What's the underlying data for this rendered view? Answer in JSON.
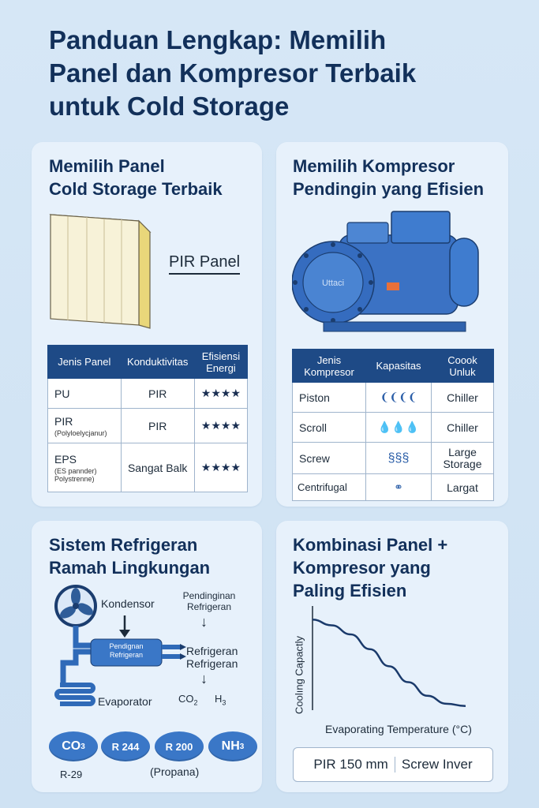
{
  "title_lines": [
    "Panduan Lengkap: Memilih",
    "Panel dan Kompresor Terbaik",
    "untuk Cold Storage"
  ],
  "panel_card": {
    "heading": [
      "Memilih Panel",
      "Cold Storage Terbaik"
    ],
    "product_label": "PIR Panel",
    "table": {
      "headers": [
        "Jenis Panel",
        "Konduktivitas",
        "Efisiensi Energi"
      ],
      "rows": [
        {
          "name": "PU",
          "sub": "",
          "conductivity": "PIR",
          "stars": "★★★★"
        },
        {
          "name": "PIR",
          "sub": "(Polyloelycjanur)",
          "conductivity": "PIR",
          "stars": "★★★★"
        },
        {
          "name": "EPS",
          "sub": "(ES pannder) Polystrenne)",
          "conductivity": "Sangat Balk",
          "stars": "★★★★"
        }
      ]
    }
  },
  "compressor_card": {
    "heading": [
      "Memilih Kompresor",
      "Pendingin yang Efisien"
    ],
    "brand": "Uttaci",
    "table": {
      "headers": [
        "Jenis Kompresor",
        "Kapasitas",
        "Coook Unluk"
      ],
      "rows": [
        {
          "type": "Piston",
          "icon": "droplets-4-icon",
          "use": "Chiller"
        },
        {
          "type": "Scroll",
          "icon": "droplets-3-icon",
          "use": "Chiller"
        },
        {
          "type": "Screw",
          "icon": "waves-icon",
          "use": "Large Storage"
        },
        {
          "type": "Centrifugal",
          "icon": "rotor-icon",
          "use": "Largat"
        }
      ]
    }
  },
  "refrigerant_card": {
    "heading": [
      "Sistem Refrigeran",
      "Ramah Lingkungan"
    ],
    "labels": {
      "condenser": "Kondensor",
      "box": "Pendignan Refrigeran",
      "right_top": "Pendinginan Refrigeran",
      "right_mid": "Refrigeran Refrigeran",
      "evaporator": "Evaporator",
      "co2": "CO",
      "co2_sub": "2",
      "h3": "H",
      "h3_sub": "3"
    },
    "chips": [
      {
        "label": "CO",
        "sub": "3",
        "caption": "R-29"
      },
      {
        "label": "R 244",
        "sub": "",
        "caption": ""
      },
      {
        "label": "R 200",
        "sub": "",
        "caption": "(Propana)"
      },
      {
        "label": "NH",
        "sub": "3",
        "caption": ""
      }
    ]
  },
  "combo_card": {
    "heading": [
      "Kombinasi Panel +",
      "Kompresor yang",
      "Paling Efisien"
    ],
    "chart_data": {
      "type": "line",
      "xlabel": "Evaporating Temperature (°C)",
      "ylabel": "Coolıng Capactly",
      "title": "",
      "series": [
        {
          "values": [
            0.88,
            0.83,
            0.75,
            0.62,
            0.47,
            0.33,
            0.21,
            0.14,
            0.12
          ]
        }
      ],
      "x": [
        0,
        1,
        2,
        3,
        4,
        5,
        6,
        7,
        8
      ]
    },
    "footer_left": "PIR 150 mm",
    "footer_right": "Screw Inver"
  }
}
